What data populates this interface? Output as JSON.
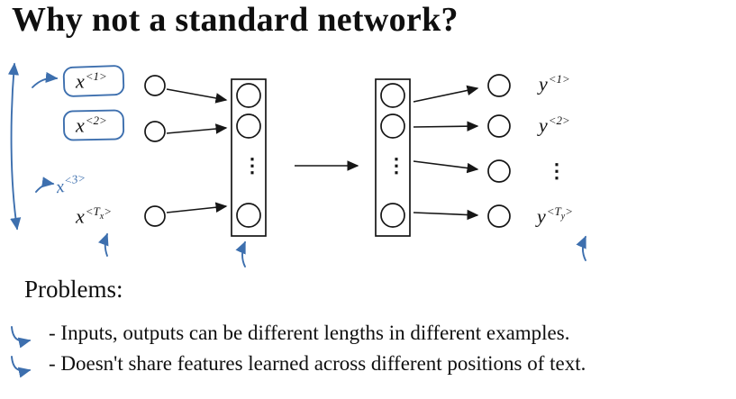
{
  "title": "Why not a standard network?",
  "diagram": {
    "inputs": [
      {
        "base": "x",
        "sup": "<1>"
      },
      {
        "base": "x",
        "sup": "<2>"
      },
      {
        "base": "x",
        "sup": "<3>"
      },
      {
        "base": "x",
        "sup_pre": "<T",
        "sub": "x",
        "sup_post": ">"
      }
    ],
    "outputs": [
      {
        "base": "y",
        "sup": "<1>"
      },
      {
        "base": "y",
        "sup": "<2>"
      },
      {
        "base": "y",
        "sup_pre": "<T",
        "sub": "y",
        "sup_post": ">"
      }
    ],
    "ellipsis": "⋮"
  },
  "problems": {
    "heading": "Problems:",
    "bullets": [
      "- Inputs, outputs can be different lengths in different examples.",
      "- Doesn't share features learned across different positions of text."
    ]
  },
  "colors": {
    "annotation_blue": "#3d6fae",
    "ink": "#161616"
  }
}
